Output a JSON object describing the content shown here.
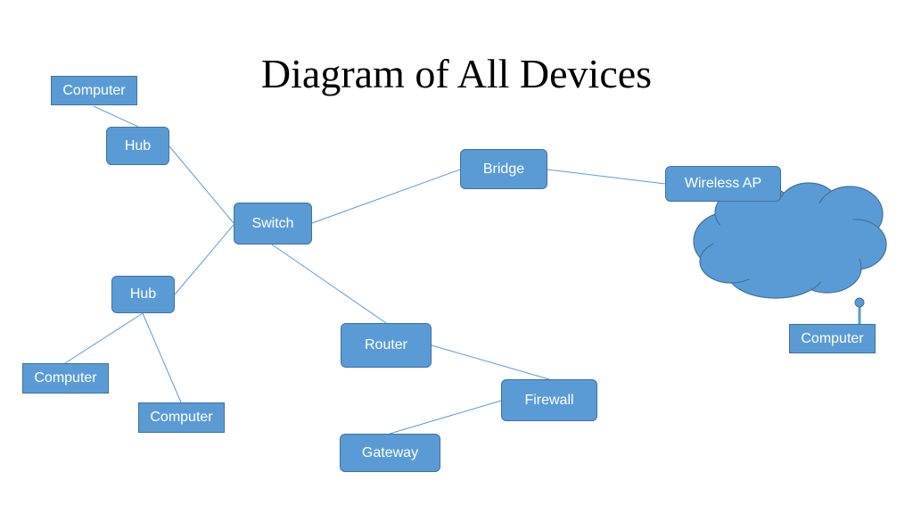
{
  "title": "Diagram of All Devices",
  "colors": {
    "node_fill": "#5b9bd5",
    "node_border": "#41719c",
    "connector": "#5b9bd5",
    "node_text": "#ffffff"
  },
  "nodes": {
    "computer_top": "Computer",
    "hub_top": "Hub",
    "switch": "Switch",
    "bridge": "Bridge",
    "wireless_ap": "Wireless AP",
    "hub_bottom": "Hub",
    "computer_bottom_left": "Computer",
    "computer_bottom_mid": "Computer",
    "router": "Router",
    "firewall": "Firewall",
    "gateway": "Gateway",
    "computer_wireless": "Computer"
  },
  "icons": {
    "cloud": "cloud-icon",
    "antenna": "antenna-icon"
  }
}
